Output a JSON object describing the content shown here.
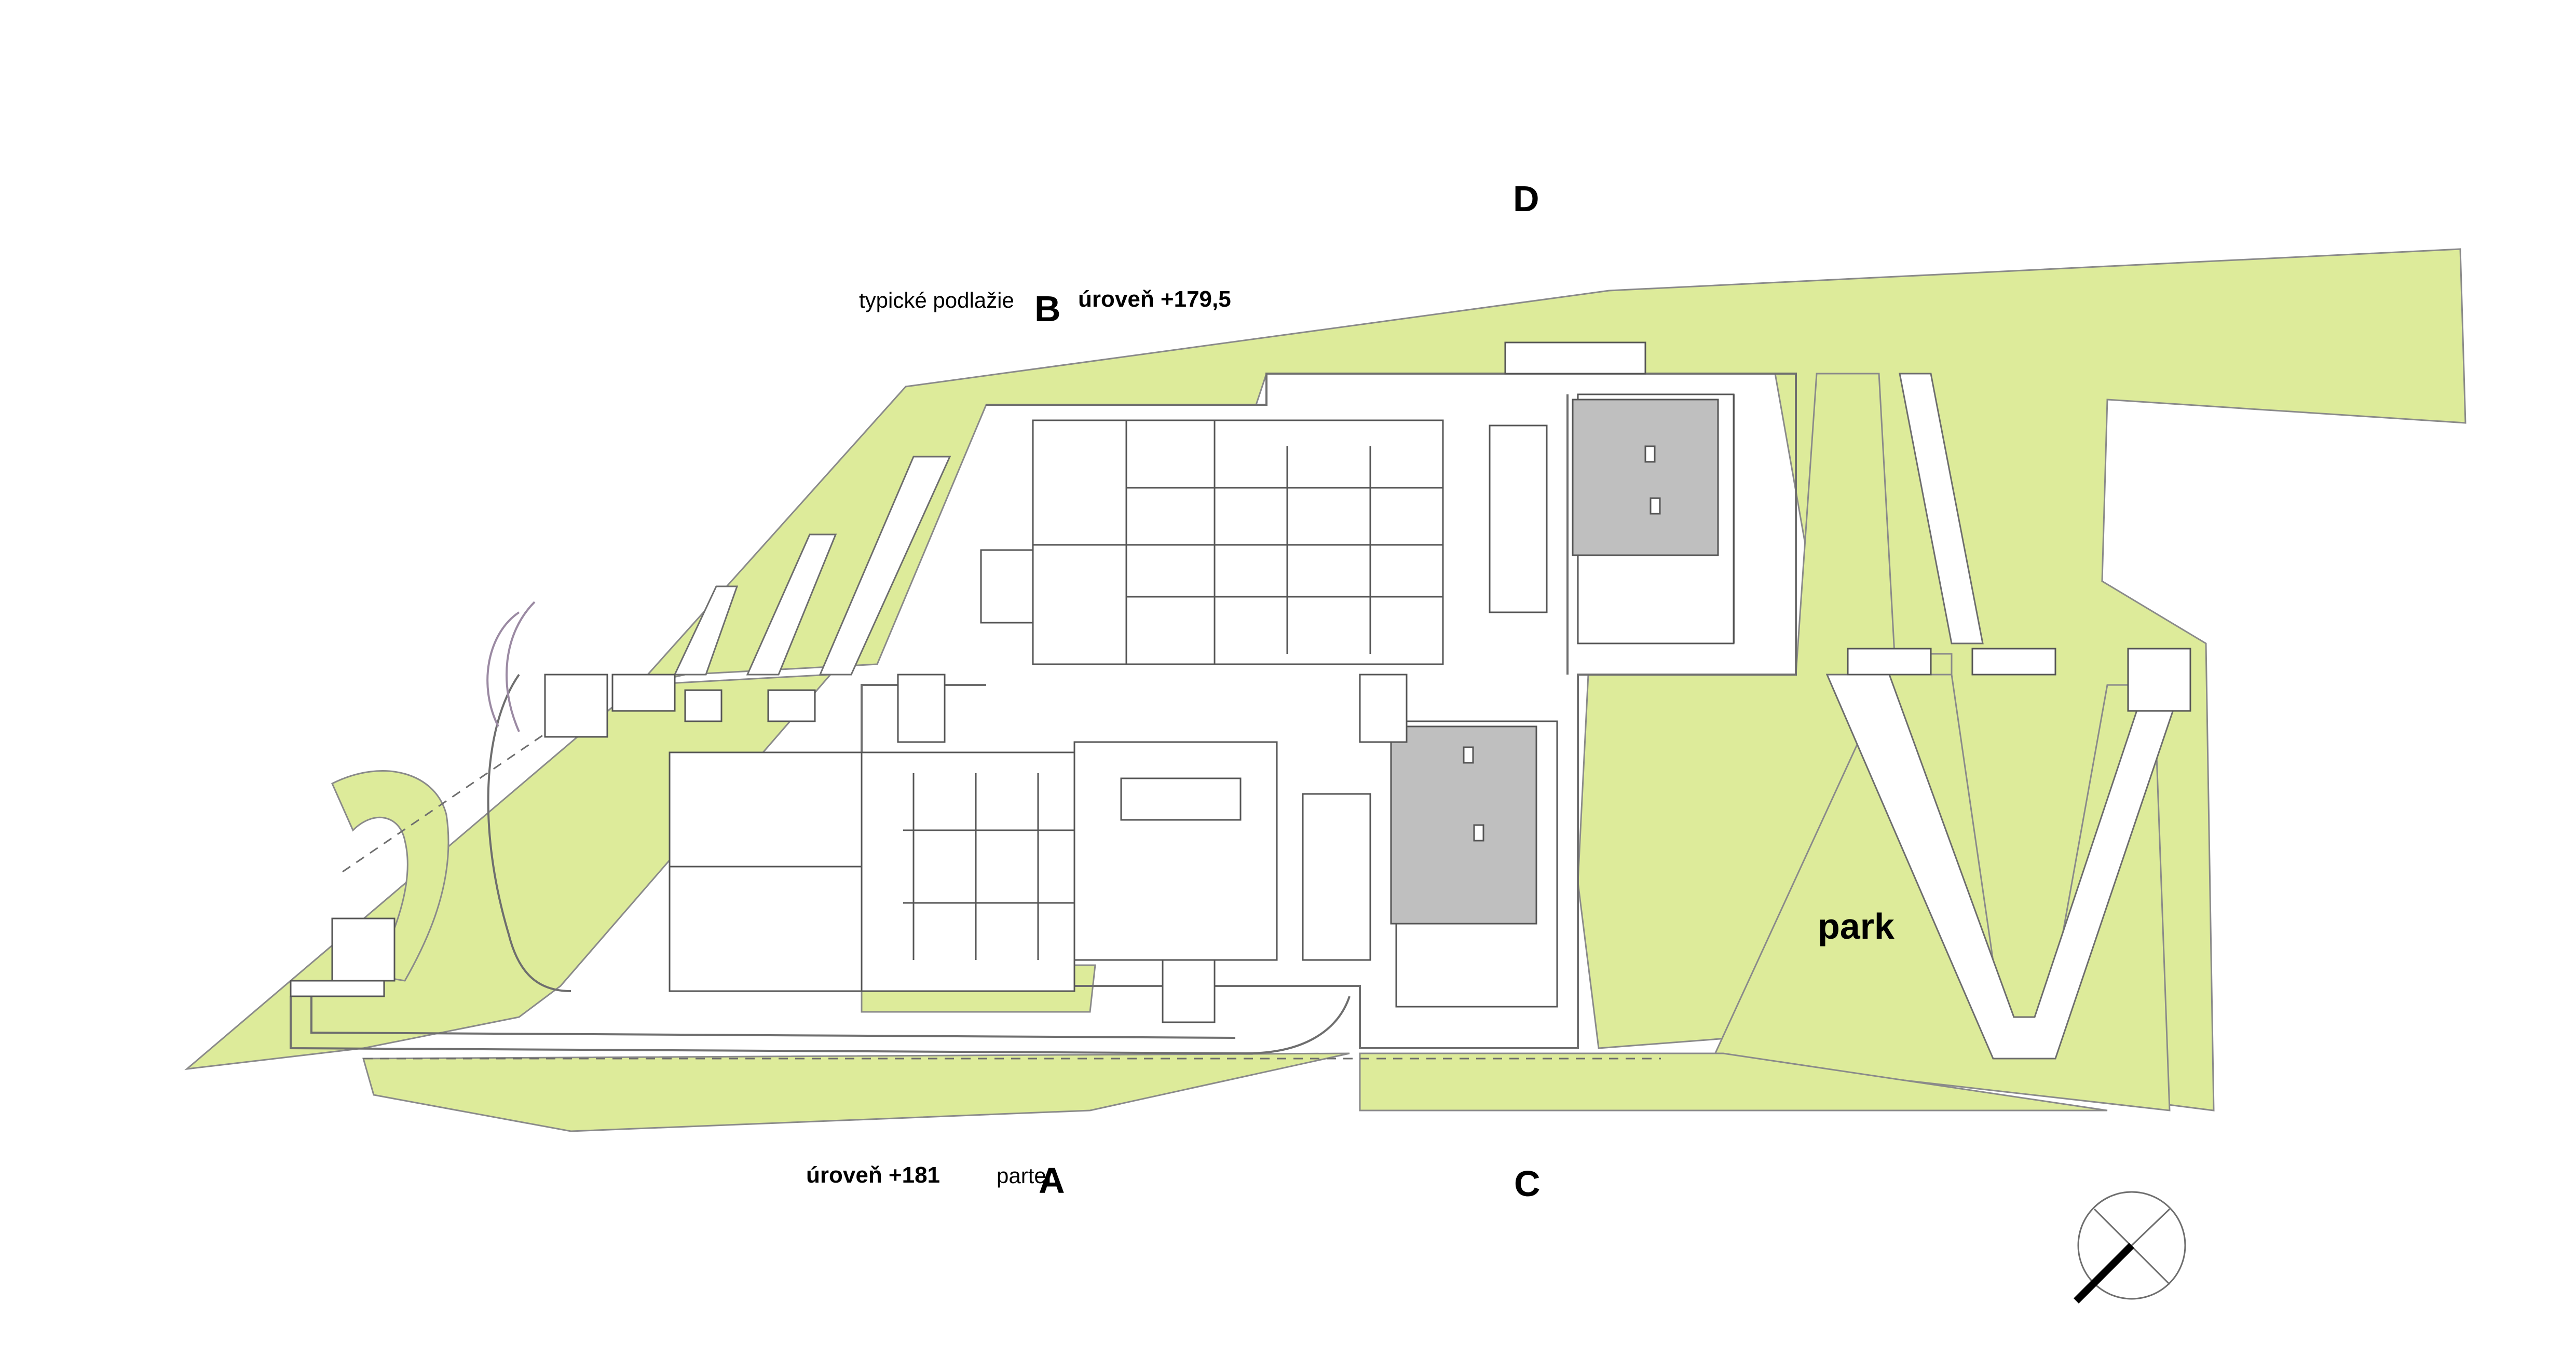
{
  "labels": {
    "d": "D",
    "b_note": "typické podlažie",
    "b": "B",
    "b_level": "úroveň +179,5",
    "a_level": "úroveň +181",
    "a_note": "parter",
    "a": "A",
    "c": "C",
    "park": "park"
  },
  "colors": {
    "green": "#DDEB9A",
    "roof": "#BFBFBF",
    "line": "#6E6E6E",
    "text": "#000000"
  },
  "icons": {
    "north": "north-arrow-icon"
  }
}
